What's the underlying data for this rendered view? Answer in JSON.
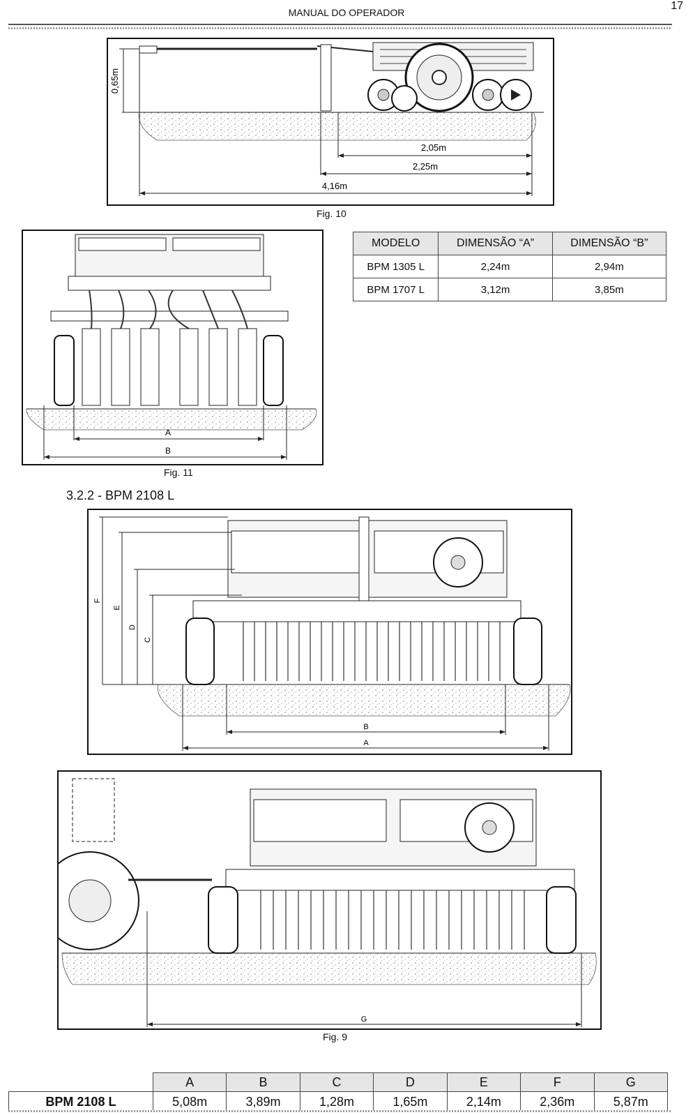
{
  "header": {
    "title": "MANUAL DO OPERADOR",
    "page_number": "17"
  },
  "fig10": {
    "caption": "Fig. 10",
    "dim_height": "0,65m",
    "dim_1": "2,05m",
    "dim_2": "2,25m",
    "dim_3": "4,16m"
  },
  "table1": {
    "headers": [
      "MODELO",
      "DIMENSÃO “A”",
      "DIMENSÃO “B”"
    ],
    "rows": [
      [
        "BPM 1305 L",
        "2,24m",
        "2,94m"
      ],
      [
        "BPM 1707 L",
        "3,12m",
        "3,85m"
      ]
    ]
  },
  "fig11": {
    "caption": "Fig. 11",
    "label_a": "A",
    "label_b": "B"
  },
  "section": {
    "title": "3.2.2 - BPM 2108 L"
  },
  "fig_front": {
    "label_a": "A",
    "label_b": "B",
    "label_c": "C",
    "label_d": "D",
    "label_e": "E",
    "label_f": "F"
  },
  "fig9": {
    "caption": "Fig. 9",
    "label_g": "G"
  },
  "table2": {
    "headers": [
      "A",
      "B",
      "C",
      "D",
      "E",
      "F",
      "G"
    ],
    "model": "BPM 2108 L",
    "values": [
      "5,08m",
      "3,89m",
      "1,28m",
      "1,65m",
      "2,14m",
      "2,36m",
      "5,87m"
    ]
  }
}
